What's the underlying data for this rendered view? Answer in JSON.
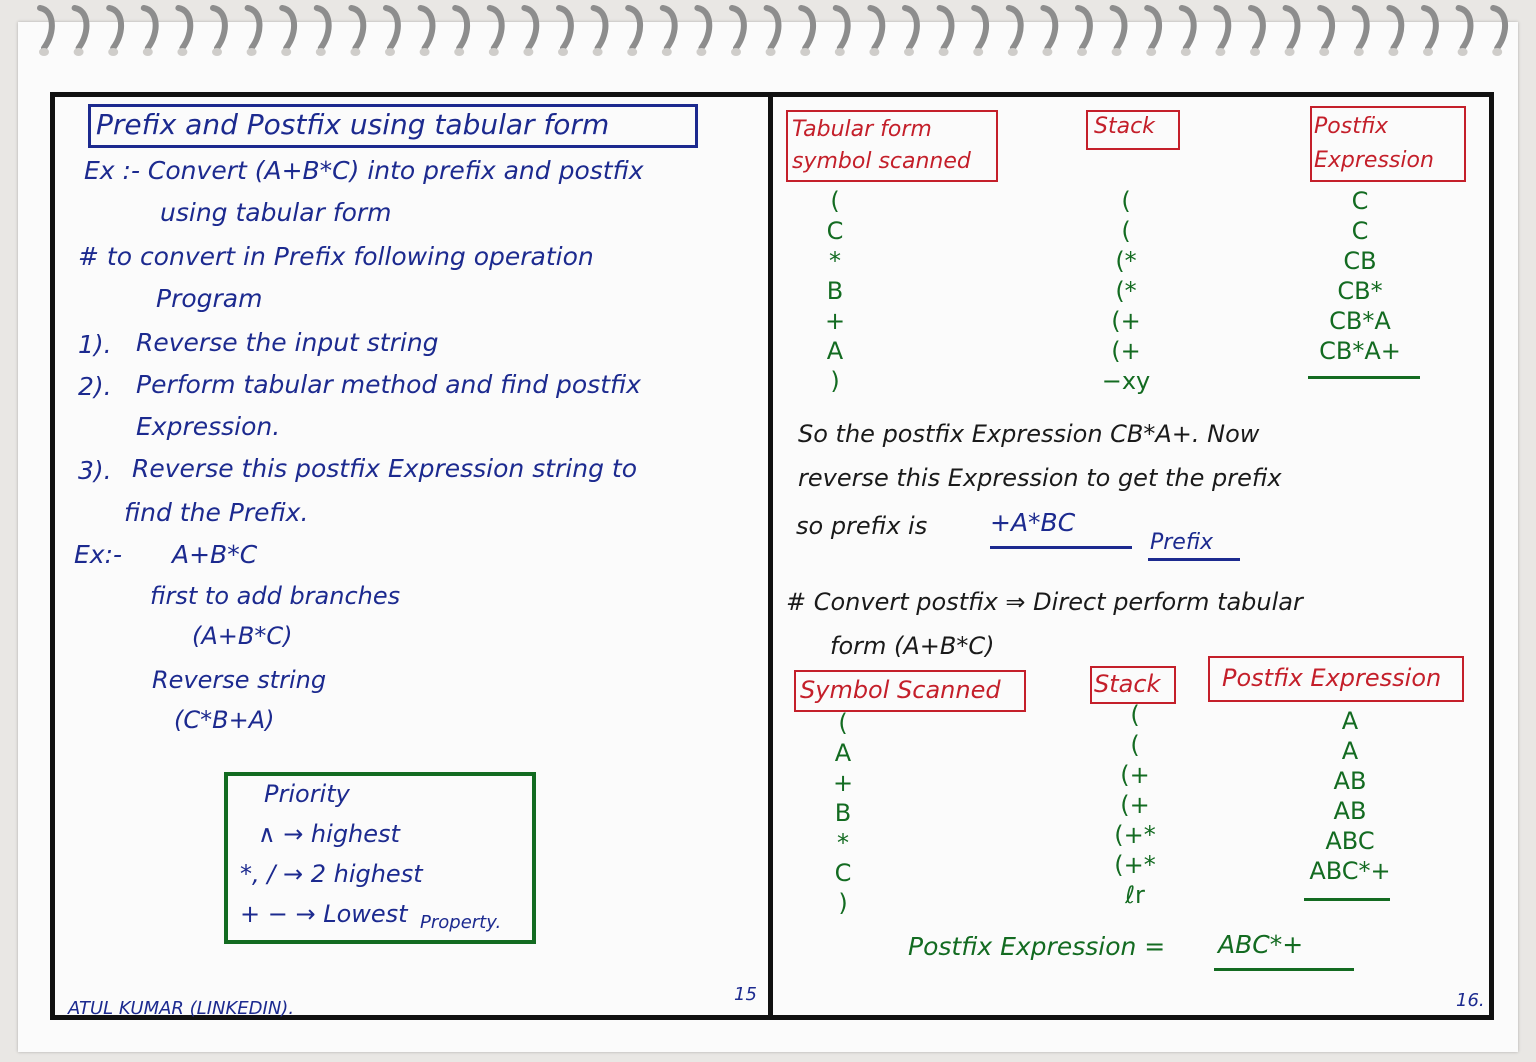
{
  "left_page": {
    "title": "Prefix and Postfix using tabular form",
    "example_lines": [
      "Ex :- Convert (A+B*C) into prefix and postfix",
      "using tabular form"
    ],
    "heading_lines": [
      "# to convert in Prefix following operation",
      "Program"
    ],
    "steps": [
      {
        "num": "1).",
        "lines": [
          "Reverse the input string"
        ]
      },
      {
        "num": "2).",
        "lines": [
          "Perform tabular method and find postfix",
          "Expression."
        ]
      },
      {
        "num": "3).",
        "lines": [
          "Reverse this postfix Expression string to",
          "find the Prefix."
        ]
      }
    ],
    "example2": {
      "label": "Ex:-",
      "expr": "A+B*C",
      "line1": "first to add branches",
      "line2": "(A+B*C)",
      "line3": "Reverse string",
      "line4": "(C*B+A)"
    },
    "priority": {
      "title": "Priority",
      "rows": [
        "∧ → highest",
        "*, / → 2 highest",
        "+ − → Lowest"
      ],
      "note": "Property."
    },
    "author": "ATUL KUMAR (LINKEDIN).",
    "page_number": "15"
  },
  "right_page": {
    "table1": {
      "headers": {
        "symbol": "Tabular form symbol scanned",
        "stack": "Stack",
        "postfix": "Postfix Expression"
      },
      "symbol": [
        "(",
        "C",
        "*",
        "B",
        "+",
        "A",
        ")"
      ],
      "stack": [
        "(",
        "(",
        "(*",
        "(*",
        "(+",
        "(+",
        "−xy"
      ],
      "postfix": [
        "C",
        "C",
        "CB",
        "CB*",
        "CB*A",
        "CB*A+"
      ]
    },
    "paragraph": [
      "So the postfix Expression CB*A+. Now",
      "reverse this Expression to get the prefix",
      "so prefix is"
    ],
    "prefix_value": "+A*BC",
    "prefix_label": "Prefix",
    "heading2_lines": [
      "# Convert postfix ⇒ Direct perform tabular",
      "form (A+B*C)"
    ],
    "table2": {
      "headers": {
        "symbol": "Symbol Scanned",
        "stack": "Stack",
        "postfix": "Postfix Expression"
      },
      "symbol": [
        "(",
        "A",
        "+",
        "B",
        "*",
        "C",
        ")"
      ],
      "stack": [
        "(",
        "(",
        "(+",
        "(+",
        "(+*",
        "(+*",
        "ℓr"
      ],
      "postfix": [
        "A",
        "A",
        "AB",
        "AB",
        "ABC",
        "ABC*+"
      ]
    },
    "result_label": "Postfix Expression =",
    "result_value": "ABC*+",
    "page_number": "16."
  }
}
